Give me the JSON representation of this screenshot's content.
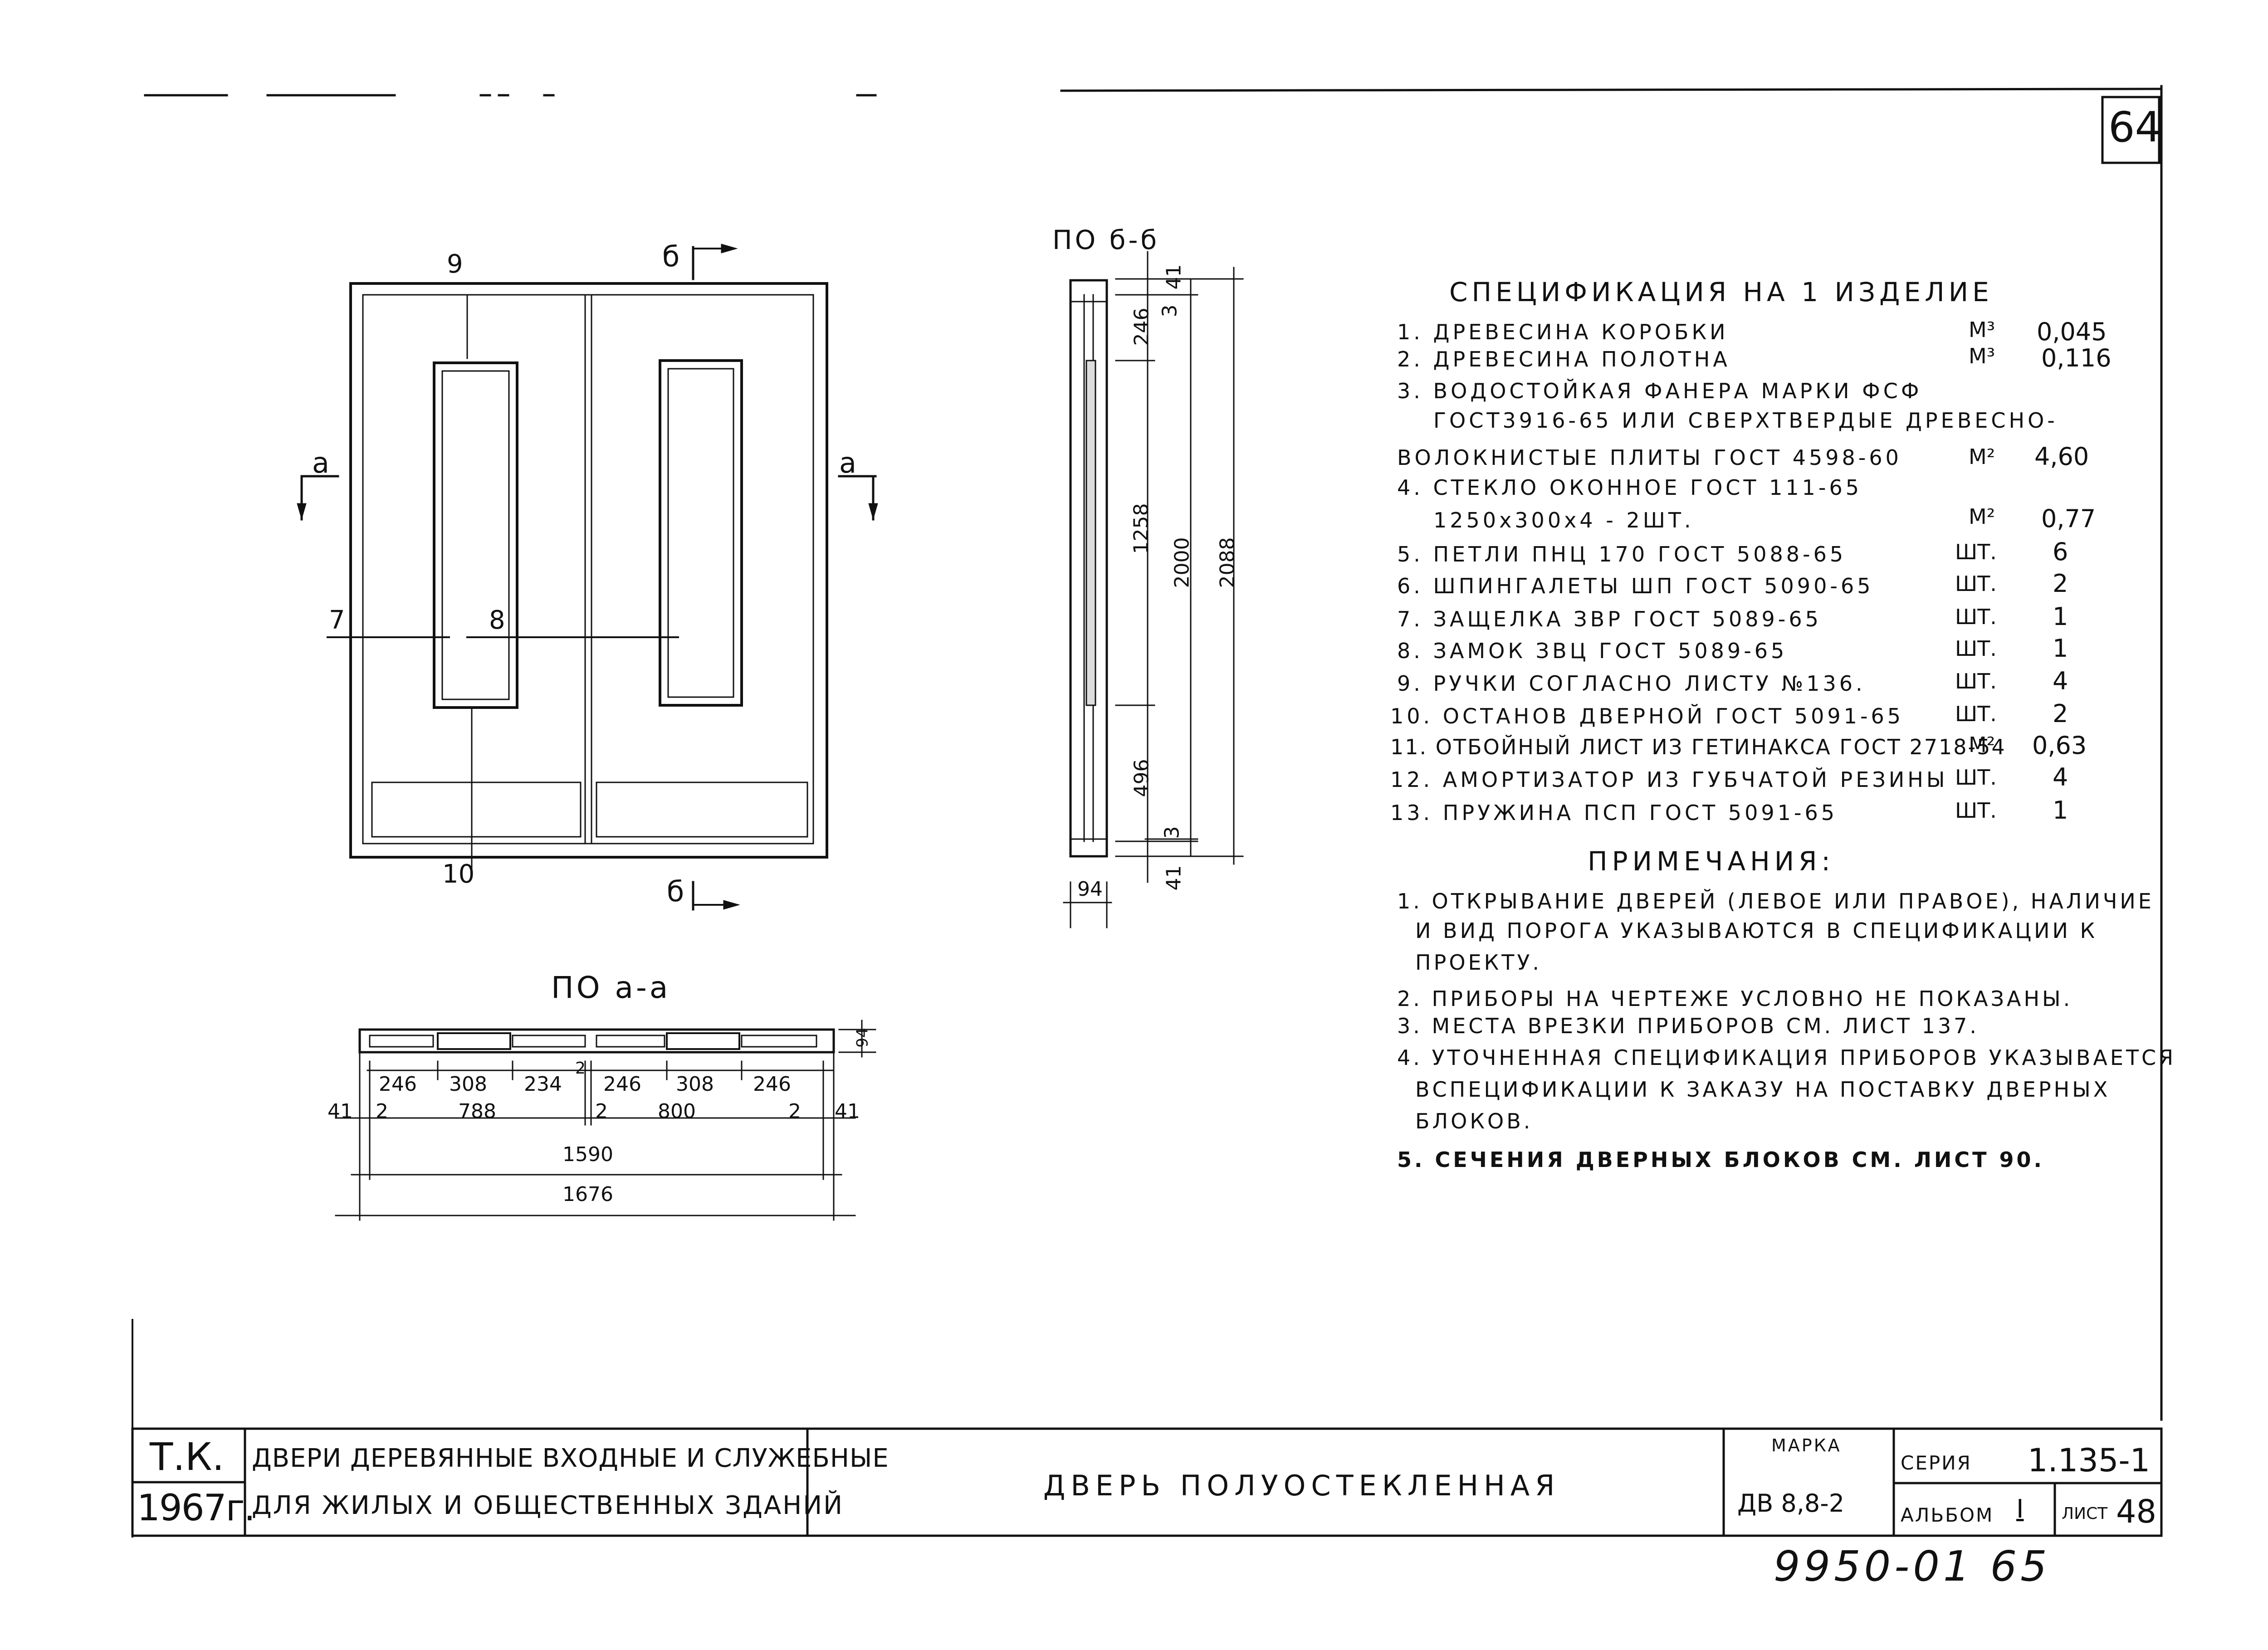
{
  "sheet": {
    "number": "64",
    "stamp": "9950-01 65"
  },
  "front_view": {
    "callouts": [
      "9",
      "7",
      "8",
      "10"
    ],
    "section_aa": "a",
    "section_bb": "б"
  },
  "section_bb": {
    "title": "ПО б-б",
    "dims": [
      "41",
      "3",
      "246",
      "1258",
      "496",
      "3",
      "41",
      "2000",
      "2088",
      "94"
    ]
  },
  "section_aa": {
    "title": "ПО а-а",
    "top_dims": [
      "246",
      "308",
      "234",
      "2",
      "246",
      "308",
      "246"
    ],
    "mid_dims": [
      "41",
      "2",
      "788",
      "2",
      "800",
      "2",
      "41"
    ],
    "overall_inner": "1590",
    "overall_outer": "1676",
    "thickness": "94"
  },
  "specification": {
    "title": "СПЕЦИФИКАЦИЯ НА 1 ИЗДЕЛИЕ",
    "items": [
      {
        "text": "1. ДРЕВЕСИНА КОРОБКИ",
        "unit": "М³",
        "qty": "0,045"
      },
      {
        "text": "2. ДРЕВЕСИНА ПОЛОТНА",
        "unit": "М³",
        "qty": "0,116"
      },
      {
        "text": "3. ВОДОСТОЙКАЯ ФАНЕРА МАРКИ ФСФ",
        "unit": "",
        "qty": ""
      },
      {
        "text": "ГОСТ3916-65 ИЛИ СВЕРХТВЕРДЫЕ ДРЕВЕСНО-",
        "unit": "",
        "qty": ""
      },
      {
        "text": "ВОЛОКНИСТЫЕ ПЛИТЫ ГОСТ 4598-60",
        "unit": "М²",
        "qty": "4,60"
      },
      {
        "text": "4. СТЕКЛО ОКОННОЕ ГОСТ 111-65",
        "unit": "",
        "qty": ""
      },
      {
        "text": "1250х300х4 - 2ШТ.",
        "unit": "М²",
        "qty": "0,77"
      },
      {
        "text": "5. ПЕТЛИ ПНЦ 170 ГОСТ 5088-65",
        "unit": "ШТ.",
        "qty": "6"
      },
      {
        "text": "6. ШПИНГАЛЕТЫ ШП ГОСТ 5090-65",
        "unit": "ШТ.",
        "qty": "2"
      },
      {
        "text": "7. ЗАЩЕЛКА ЗВР ГОСТ 5089-65",
        "unit": "ШТ.",
        "qty": "1"
      },
      {
        "text": "8. ЗАМОК ЗВЦ ГОСТ 5089-65",
        "unit": "ШТ.",
        "qty": "1"
      },
      {
        "text": "9. РУЧКИ СОГЛАСНО ЛИСТУ №136.",
        "unit": "ШТ.",
        "qty": "4"
      },
      {
        "text": "10. ОСТАНОВ ДВЕРНОЙ ГОСТ 5091-65",
        "unit": "ШТ.",
        "qty": "2"
      },
      {
        "text": "11. ОТБОЙНЫЙ ЛИСТ ИЗ ГЕТИНАКСА ГОСТ 2718-54",
        "unit": "М²",
        "qty": "0,63"
      },
      {
        "text": "12. АМОРТИЗАТОР ИЗ ГУБЧАТОЙ РЕЗИНЫ",
        "unit": "ШТ.",
        "qty": "4"
      },
      {
        "text": "13. ПРУЖИНА ПСП ГОСТ 5091-65",
        "unit": "ШТ.",
        "qty": "1"
      }
    ]
  },
  "notes": {
    "title": "ПРИМЕЧАНИЯ:",
    "lines": [
      "1. ОТКРЫВАНИЕ ДВЕРЕЙ (ЛЕВОЕ ИЛИ ПРАВОЕ), НАЛИЧИЕ",
      "И ВИД ПОРОГА УКАЗЫВАЮТСЯ В СПЕЦИФИКАЦИИ К",
      "ПРОЕКТУ.",
      "2. ПРИБОРЫ НА ЧЕРТЕЖЕ УСЛОВНО НЕ ПОКАЗАНЫ.",
      "3. МЕСТА ВРЕЗКИ ПРИБОРОВ СМ. ЛИСТ 137.",
      "4. УТОЧНЕННАЯ СПЕЦИФИКАЦИЯ ПРИБОРОВ УКАЗЫВАЕТСЯ",
      "ВСПЕЦИФИКАЦИИ К ЗАКАЗУ НА ПОСТАВКУ ДВЕРНЫХ",
      "БЛОКОВ.",
      "5. СЕЧЕНИЯ ДВЕРНЫХ БЛОКОВ СМ. ЛИСТ 90."
    ]
  },
  "title_block": {
    "org": "Т.К.",
    "year": "1967г.",
    "subject_line1": "ДВЕРИ ДЕРЕВЯННЫЕ ВХОДНЫЕ И СЛУЖЕБНЫЕ",
    "subject_line2": "ДЛЯ ЖИЛЫХ И ОБЩЕСТВЕННЫХ ЗДАНИЙ",
    "drawing_title": "ДВЕРЬ ПОЛУОСТЕКЛЕННАЯ",
    "mark_label": "МАРКА",
    "mark_value": "ДВ 8,8-2",
    "series_label": "СЕРИЯ",
    "series_value": "1.135-1",
    "album_label": "АЛЬБОМ",
    "album_value": "I",
    "sheet_label": "ЛИСТ",
    "sheet_value": "48"
  }
}
